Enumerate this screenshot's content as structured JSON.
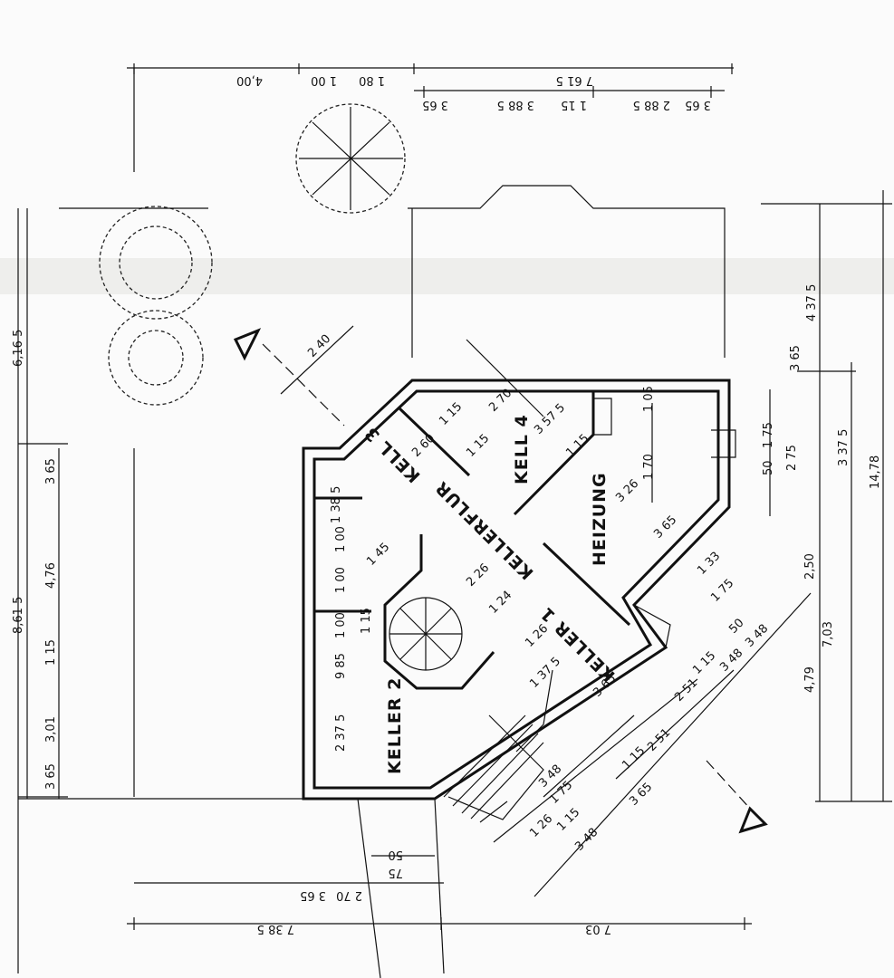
{
  "rooms": {
    "keller1": "KELLER 1",
    "keller2": "KELLER 2",
    "kellerflur": "KELLERFLUR",
    "kell3": "KELL 3",
    "kell4": "KELL 4",
    "heizung": "HEIZUNG"
  },
  "dimensions": {
    "top": [
      "4,00",
      "1 00",
      "1 80",
      "7 61 5",
      "3 65",
      "3 88 5",
      "1 15",
      "2 88 5",
      "3 65"
    ],
    "left": [
      "6,16 5",
      "8,61 5",
      "3 65",
      "4,76",
      "1 15",
      "3,01",
      "3 65"
    ],
    "right": [
      "4 37 5",
      "3 65",
      "2 75",
      "3 37 5",
      "14,78",
      "1 75",
      "50",
      "2,50",
      "7,03",
      "4,79"
    ],
    "bottom": [
      "7 38 5",
      "2 70",
      "3 65",
      "75",
      "50",
      "7 03"
    ],
    "interior": [
      "2 40",
      "2 60",
      "2 70",
      "3 57 5",
      "1 15",
      "1 05",
      "1 70",
      "3 26",
      "1 15",
      "3 65",
      "1 38 5",
      "1 00",
      "1 00",
      "1 45",
      "1 15",
      "1 00",
      "9 85",
      "2 37 5",
      "2 26",
      "1 24",
      "1 26",
      "1 37 5",
      "3 65",
      "2 51",
      "1 15",
      "1 33",
      "1 75",
      "50",
      "3 48",
      "3 48",
      "3 65",
      "1 15",
      "2 51",
      "1 15",
      "3 48",
      "3 48",
      "1 75",
      "1 26",
      "1 15"
    ]
  },
  "colors": {
    "ink": "#111111",
    "paper": "#fbfbfb"
  }
}
